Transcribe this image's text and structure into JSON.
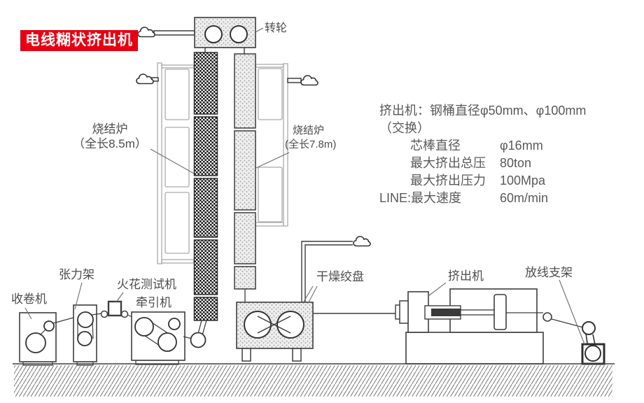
{
  "title_banner": {
    "text": "电线糊状挤出机",
    "bg_color": "#e60012",
    "text_color": "#ffffff"
  },
  "labels": {
    "rotating_wheel": "转轮",
    "furnace_left": {
      "name": "烧结炉",
      "length": "（全长8.5m）"
    },
    "furnace_right": {
      "name": "烧结炉",
      "length": "(全长7.8m)"
    },
    "drying_capstan": "干燥绞盘",
    "extruder": "挤出机",
    "payoff_stand": "放线支架",
    "winder": "收卷机",
    "tension_stand": "张力架",
    "spark_tester": "火花测试机",
    "tractor": "牵引机"
  },
  "specs": {
    "title": "挤出机：钢桶直径φ50mm、φ100mm",
    "subtitle": "（交换）",
    "rows": [
      {
        "label": "芯棒直径",
        "value": "φ16mm"
      },
      {
        "label": "最大挤出总压",
        "value": "80ton"
      },
      {
        "label": "最大挤出压力",
        "value": "100Mpa"
      },
      {
        "label": "LINE:最大速度",
        "value": "60m/min"
      }
    ]
  },
  "icons": {
    "steam_cloud": "steam-cloud-icon",
    "count": 4
  },
  "colors": {
    "banner_red": "#e60012",
    "diagram_line": "#3d3d3d",
    "frame_gray": "#ababab",
    "label_text": "#4d4d4d",
    "spec_text": "#595959"
  }
}
